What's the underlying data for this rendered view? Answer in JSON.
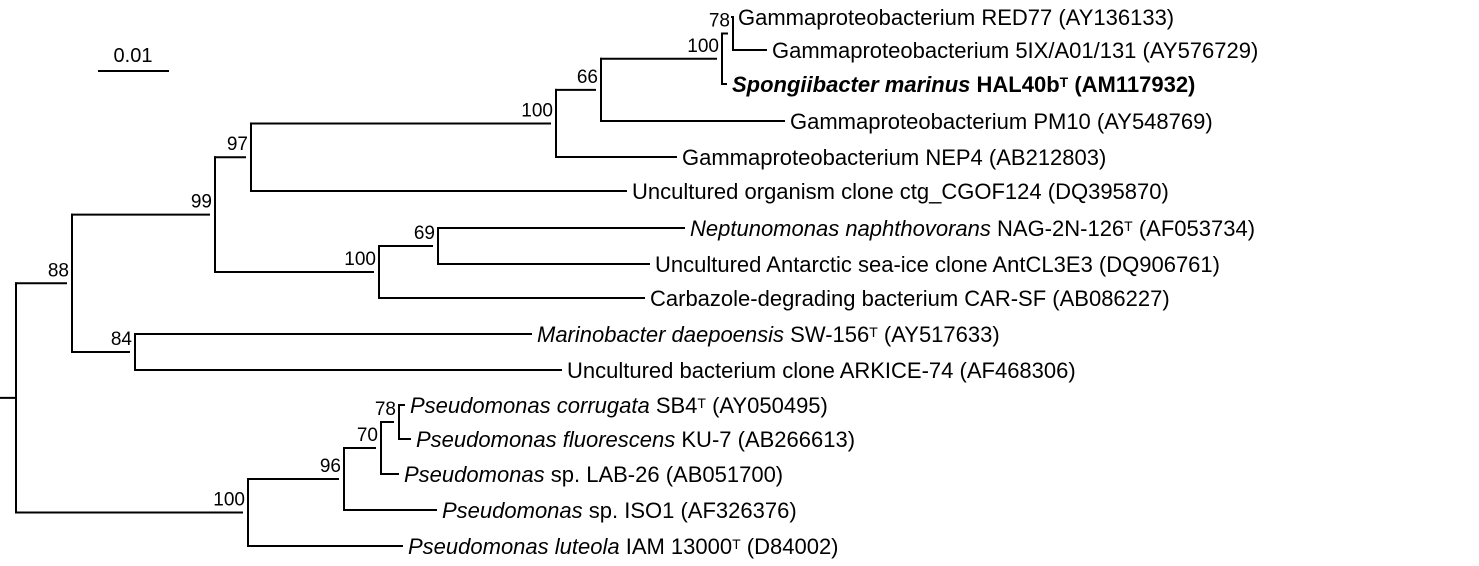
{
  "scale_bar": {
    "label": "0.01"
  },
  "taxa": [
    {
      "id": "t1",
      "parts": [
        {
          "t": "Gammaproteobacterium RED77 (AY136133)"
        }
      ]
    },
    {
      "id": "t2",
      "parts": [
        {
          "t": "Gammaproteobacterium 5IX/A01/131 (AY576729)"
        }
      ]
    },
    {
      "id": "t3",
      "parts": [
        {
          "t": "Spongiibacter marinus",
          "s": "bi"
        },
        {
          "t": " HAL40b",
          "s": "b"
        },
        {
          "t": "T",
          "s": "bsup"
        },
        {
          "t": " (AM117932)",
          "s": "b"
        }
      ]
    },
    {
      "id": "t4",
      "parts": [
        {
          "t": "Gammaproteobacterium PM10 (AY548769)"
        }
      ]
    },
    {
      "id": "t5",
      "parts": [
        {
          "t": "Gammaproteobacterium NEP4 (AB212803)"
        }
      ]
    },
    {
      "id": "t6",
      "parts": [
        {
          "t": "Uncultured organism clone ctg_CGOF124 (DQ395870)"
        }
      ]
    },
    {
      "id": "t7",
      "parts": [
        {
          "t": "Neptunomonas naphthovorans",
          "s": "i"
        },
        {
          "t": " NAG-2N-126"
        },
        {
          "t": "T",
          "s": "sup"
        },
        {
          "t": " (AF053734)"
        }
      ]
    },
    {
      "id": "t8",
      "parts": [
        {
          "t": "Uncultured Antarctic sea-ice clone AntCL3E3 (DQ906761)"
        }
      ]
    },
    {
      "id": "t9",
      "parts": [
        {
          "t": "Carbazole-degrading bacterium CAR-SF (AB086227)"
        }
      ]
    },
    {
      "id": "t10",
      "parts": [
        {
          "t": "Marinobacter daepoensis",
          "s": "i"
        },
        {
          "t": " SW-156"
        },
        {
          "t": "T",
          "s": "sup"
        },
        {
          "t": " (AY517633)"
        }
      ]
    },
    {
      "id": "t11",
      "parts": [
        {
          "t": "Uncultured bacterium clone ARKICE-74 (AF468306)"
        }
      ]
    },
    {
      "id": "t12",
      "parts": [
        {
          "t": "Pseudomonas corrugata",
          "s": "i"
        },
        {
          "t": " SB4"
        },
        {
          "t": "T",
          "s": "sup"
        },
        {
          "t": " (AY050495)"
        }
      ]
    },
    {
      "id": "t13",
      "parts": [
        {
          "t": "Pseudomonas fluorescens",
          "s": "i"
        },
        {
          "t": " KU-7  (AB266613)"
        }
      ]
    },
    {
      "id": "t14",
      "parts": [
        {
          "t": "Pseudomonas",
          "s": "i"
        },
        {
          "t": " sp. LAB-26 (AB051700)"
        }
      ]
    },
    {
      "id": "t15",
      "parts": [
        {
          "t": "Pseudomonas",
          "s": "i"
        },
        {
          "t": " sp. ISO1 (AF326376)"
        }
      ]
    },
    {
      "id": "t16",
      "parts": [
        {
          "t": "Pseudomonas luteola",
          "s": "i"
        },
        {
          "t": " IAM 13000"
        },
        {
          "t": "T",
          "s": "sup"
        },
        {
          "t": " (D84002)"
        }
      ]
    }
  ],
  "bootstraps": [
    {
      "node": "n1",
      "value": "78"
    },
    {
      "node": "n2",
      "value": "100"
    },
    {
      "node": "n3",
      "value": "66"
    },
    {
      "node": "n4",
      "value": "100"
    },
    {
      "node": "n5",
      "value": "97"
    },
    {
      "node": "n6",
      "value": "69"
    },
    {
      "node": "n7",
      "value": "100"
    },
    {
      "node": "n8",
      "value": "99"
    },
    {
      "node": "n9",
      "value": "84"
    },
    {
      "node": "n10",
      "value": "88"
    },
    {
      "node": "n11",
      "value": "78"
    },
    {
      "node": "n12",
      "value": "70"
    },
    {
      "node": "n13",
      "value": "96"
    },
    {
      "node": "n14",
      "value": "100"
    }
  ]
}
